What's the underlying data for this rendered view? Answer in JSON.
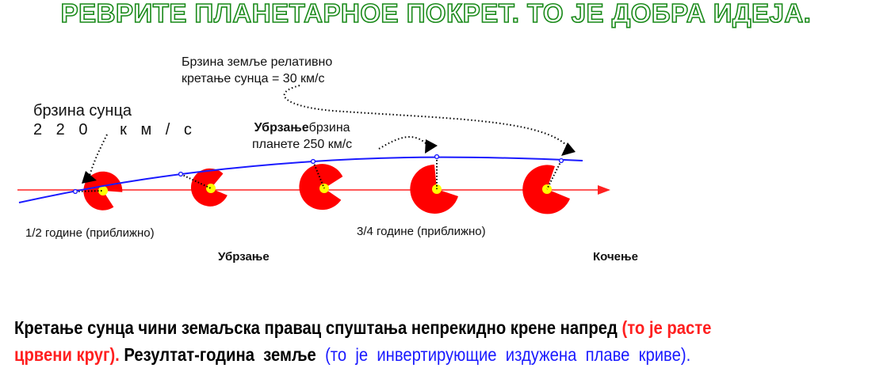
{
  "title": "РЕВРИТЕ ПЛАНЕТАРНОЕ ПОКРЕТ. ТО ЈЕ ДОБРА ИДЕЈА.",
  "annotations": {
    "earth_speed_line1": "Брзина земље релативно",
    "earth_speed_line2": "кретање сунца = 30 км/с",
    "sun_speed_line1": "брзина сунца",
    "sun_speed_line2": "2 2 0   к м / с",
    "planet_speed_bold": "Убрзање",
    "planet_speed_rest": "брзина",
    "planet_speed_line2": "планете 250 км/с"
  },
  "labels": {
    "half_year": "1/2 године (приближно)",
    "three_quarter_year": "3/4 године (приближно)",
    "acceleration": "Убрзање",
    "braking": "Кочење"
  },
  "bottom_text": {
    "line1_black": "Кретање сунца чини земаљска правац спуштања непрекидно крене напред ",
    "line1_red": "(то је расте",
    "line2_red": "црвени круг). ",
    "line2_black": "Резултат-година  земље  ",
    "line2_blue": "(то  је  инвертирующие  издужена  плаве  криве)."
  },
  "colors": {
    "title_outline": "#1a8a1a",
    "sun_line": "#ff2020",
    "sun": "#ffff00",
    "orbit_disk": "#ff0000",
    "earth_path": "#1a1aff",
    "pointer": "#000000"
  }
}
